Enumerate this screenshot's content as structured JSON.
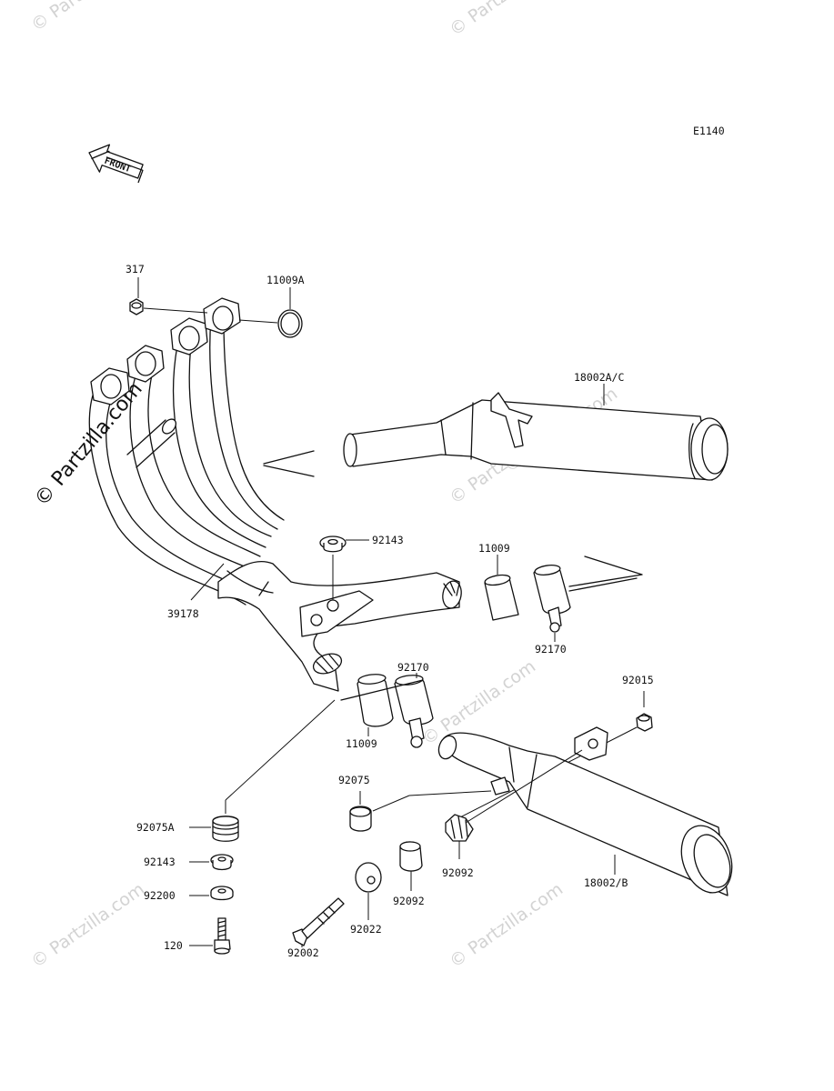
{
  "diagram_code": "E1140",
  "front_label": "FRONT",
  "watermark_side": "© Partzilla.com",
  "watermark_faint": "© Partzilla.com",
  "parts": {
    "p317": "317",
    "p11009A": "11009A",
    "p18002AC": "18002A/C",
    "p92143_top": "92143",
    "p11009_upper": "11009",
    "p39178": "39178",
    "p92170_upper": "92170",
    "p92170_lower": "92170",
    "p92015": "92015",
    "p11009_lower": "11009",
    "p92075": "92075",
    "p92075A": "92075A",
    "p92143_lower": "92143",
    "p92200": "92200",
    "p92092_right": "92092",
    "p18002B": "18002/B",
    "p92092_mid": "92092",
    "p92022": "92022",
    "p120": "120",
    "p92002": "92002"
  }
}
